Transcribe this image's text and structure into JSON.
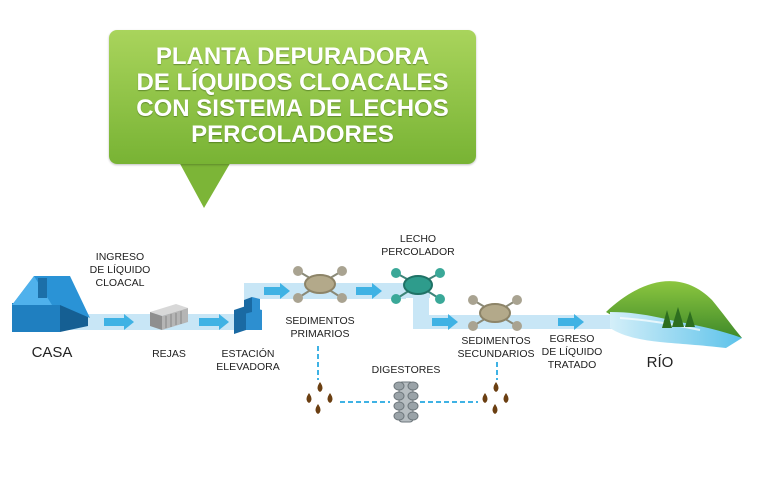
{
  "title": {
    "lines": [
      "PLANTA DEPURADORA",
      "DE LÍQUIDOS CLOACALES",
      "CON SISTEMA DE LECHOS",
      "PERCOLADORES"
    ]
  },
  "labels": {
    "ingreso": [
      "INGRESO",
      "DE LÍQUIDO",
      "CLOACAL"
    ],
    "casa": "CASA",
    "rejas": "REJAS",
    "estacion": [
      "ESTACIÓN",
      "ELEVADORA"
    ],
    "sedimentos_primarios": [
      "SEDIMENTOS",
      "PRIMARIOS"
    ],
    "lecho": [
      "LECHO",
      "PERCOLADOR"
    ],
    "sedimentos_secundarios": [
      "SEDIMENTOS",
      "SECUNDARIOS"
    ],
    "egreso": [
      "EGRESO",
      "DE LÍQUIDO",
      "TRATADO"
    ],
    "rio": "RÍO",
    "digestores": "DIGESTORES"
  },
  "colors": {
    "pipe": "#c8e6f6",
    "arrow": "#3fb2e4",
    "house": "#1f7fc0",
    "title_bg": "#8cc43f",
    "sludge": "#6b3f12",
    "digester": "#9aa3a8",
    "sediment_tank": "#b3a98a",
    "percolator": "#2e9c8c",
    "river": "#7fd0ee",
    "hill": "#5aa636"
  }
}
